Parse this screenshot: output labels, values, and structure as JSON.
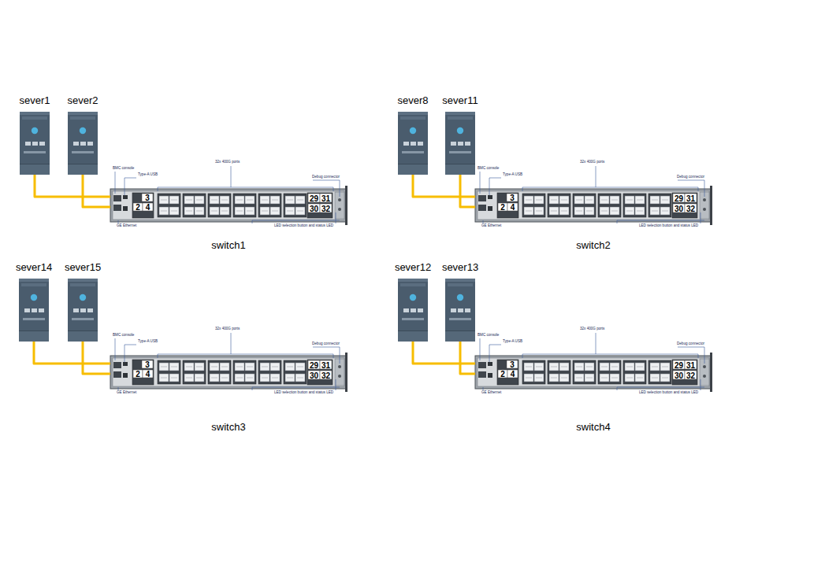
{
  "diagram": {
    "nodes": [
      {
        "text": [
          "sever1"
        ]
      },
      {
        "text": [
          "sever2"
        ]
      },
      {
        "text": [
          "switch1"
        ]
      },
      {
        "text": [
          "sever8"
        ]
      },
      {
        "text": [
          "sever11"
        ]
      },
      {
        "text": [
          "switch2"
        ]
      },
      {
        "text": [
          "sever14"
        ]
      },
      {
        "text": [
          "sever15"
        ]
      },
      {
        "text": [
          "switch3"
        ]
      },
      {
        "text": [
          "sever12"
        ]
      },
      {
        "text": [
          "sever13"
        ]
      },
      {
        "text": [
          "switch4"
        ]
      }
    ],
    "edges": [
      {
        "from": 0,
        "to": 2,
        "arrow": "none"
      },
      {
        "from": 1,
        "to": 2,
        "arrow": "none"
      },
      {
        "from": 3,
        "to": 5,
        "arrow": "none"
      },
      {
        "from": 4,
        "to": 5,
        "arrow": "none"
      },
      {
        "from": 6,
        "to": 8,
        "arrow": "none"
      },
      {
        "from": 7,
        "to": 8,
        "arrow": "none"
      },
      {
        "from": 9,
        "to": 11,
        "arrow": "none"
      },
      {
        "from": 10,
        "to": 11,
        "arrow": "none"
      }
    ],
    "labels": [
      "BMC console",
      "Type-A USB",
      "32x 400G ports",
      "Debug connector",
      "GE Ethernet",
      "LED selection button and status LED",
      "3",
      "2",
      "4",
      "29",
      "31",
      "30",
      "32",
      "BMC console",
      "Type-A USB",
      "32x 400G ports",
      "Debug connector",
      "GE Ethernet",
      "LED selection button and status LED",
      "3",
      "2",
      "4",
      "29",
      "31",
      "30",
      "32",
      "BMC console",
      "Type-A USB",
      "32x 400G ports",
      "Debug connector",
      "GE Ethernet",
      "LED selection button and status LED",
      "3",
      "2",
      "4",
      "29",
      "31",
      "30",
      "32",
      "BMC console",
      "Type-A USB",
      "32x 400G ports",
      "Debug connector",
      "GE Ethernet",
      "LED selection button and status LED",
      "3",
      "2",
      "4",
      "29",
      "31",
      "30",
      "32"
    ]
  }
}
